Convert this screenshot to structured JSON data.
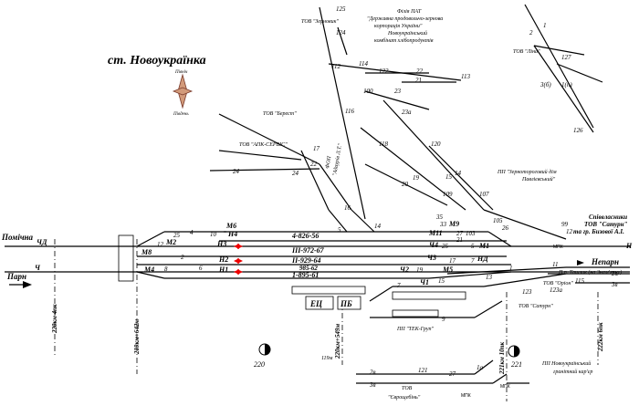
{
  "title": "ст. Новоукраїнка",
  "compass": {
    "north": "Північ",
    "south": "Південь"
  },
  "directions": {
    "west_top": "Помічна",
    "west_parity": "Парн",
    "east_top": "Непарн",
    "east_bottom": "П.п. Ташлик (на Знам'янку)"
  },
  "companies": {
    "zernovyk": "ТОВ \"Зерновик\"",
    "filiya_l1": "Філія ПАТ",
    "filiya_l2": "\"Державна продовольчо-зернова",
    "filiya_l3": "корпорація України\"",
    "filiya_l4": "Новоукраїнський",
    "filiya_l5": "комбінат хлібопродуктів",
    "lina": "ТОВ \"Ліна\"",
    "berest": "ТОВ \"Берест\"",
    "apk": "ТОВ \"АПК-СЕРВІС\"",
    "fop_l1": "ФОП",
    "fop_l2": "\"Адаурів Л.Т.\"",
    "zernotorg_l1": "ПП \"Зернотороговий дім",
    "zernotorg_l2": "Павлієвський\"",
    "spivvlasnyky_l1": "Співвласники",
    "spivvlasnyky_l2": "ТОВ \"Сатурн\"",
    "spivvlasnyky_l3": "та гр. Бизової А.І.",
    "saturn": "ТОВ \"Сатурн\"",
    "orion": "ТОВ \"Оріон\"",
    "tek": "ПП \"ТЕК-Груп\"",
    "evroshchebin_l1": "ТОВ",
    "evroshchebin_l2": "\"Єврощебінь\"",
    "granit_l1": "ПП Новоукраїнський",
    "granit_l2": "гранітний кар'єр"
  },
  "track_labels": {
    "t4": "4-826-56",
    "t3": "ІІІ-972-67",
    "t2": "ІІ-929-64",
    "t985": "985-62",
    "t1": "1-895-61"
  },
  "signals": [
    "ЧД",
    "Ч",
    "М6",
    "Н4",
    "Н3",
    "Н2",
    "Н1",
    "М8",
    "М2",
    "М4",
    "М11",
    "М9",
    "Ч4",
    "М1",
    "Н",
    "Ч3",
    "НД",
    "Ч2",
    "М5",
    "Ч1",
    "ЕЦ",
    "ПБ"
  ],
  "kilometers": {
    "k220": "220км 4пк",
    "k219": "219км+642м",
    "k220b": "220км+549м",
    "k221": "221км 10пк",
    "k222": "222км 6пк",
    "len119": "119м"
  },
  "numbers": {
    "n125": "125",
    "n124": "124",
    "n112": "112",
    "n114": "114",
    "n122": "122",
    "n22a": "22",
    "n21": "21",
    "n113": "113",
    "n100": "100",
    "n23": "23",
    "n23a": "23а",
    "n116": "116",
    "n118": "118",
    "n120": "120",
    "n19": "19",
    "n20": "20",
    "n109": "109",
    "n14a": "14",
    "n15a": "15",
    "n107": "107",
    "n17": "17",
    "n22": "22",
    "n24a": "24",
    "n24": "24",
    "n16": "16",
    "n5a": "5",
    "n14": "14",
    "n35": "35",
    "n33": "33",
    "n105": "105",
    "n26": "26",
    "n99": "99",
    "n12a": "12",
    "n103": "103",
    "n10": "10",
    "n4": "4",
    "n25": "25",
    "n12": "12",
    "n2": "2",
    "n8": "8",
    "n6": "6",
    "n27": "27",
    "n21b": "21",
    "n5": "5",
    "n25b": "25",
    "n17b": "17",
    "n7a": "7",
    "n19b": "19",
    "n7": "7",
    "n15": "15",
    "n13": "13",
    "n1a": "1",
    "n11": "11",
    "n123": "123",
    "n123a": "123а",
    "n115": "115",
    "n2v": "2в",
    "n3v": "3в",
    "n9": "9",
    "n220": "220",
    "n221": "221",
    "n2vb": "2в",
    "n3vb": "3в",
    "n121": "121",
    "n27b": "27",
    "n1ab": "1а",
    "n1": "1",
    "n2r": "2",
    "n127": "127",
    "n3b": "3(б)",
    "n1i": "1(п)",
    "n126": "126"
  },
  "misc": {
    "mpk1": "МПК",
    "mpk2": "МПК",
    "mpk3": "МПК"
  }
}
